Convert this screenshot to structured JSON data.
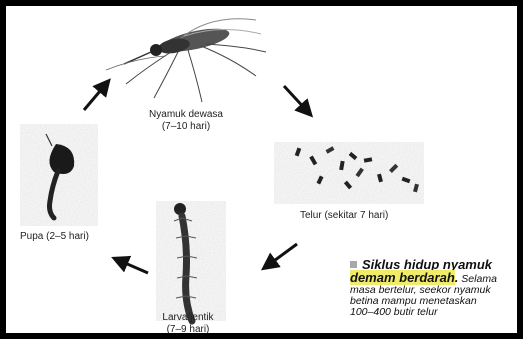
{
  "stages": {
    "adult": {
      "name": "Nyamuk dewasa",
      "duration": "(7–10 hari)"
    },
    "egg": {
      "label": "Telur (sekitar 7 hari)"
    },
    "larva": {
      "name": "Larva/jentik",
      "duration": "(7–9 hari)"
    },
    "pupa": {
      "label": "Pupa (2–5 hari)"
    }
  },
  "caption": {
    "title_part1": "Siklus hidup nyamuk",
    "title_highlight": "demam berdarah",
    "title_period": ".",
    "body_line1": " Selama",
    "body_line2": "masa bertelur, seekor nyamuk",
    "body_line3": "betina mampu menetaskan",
    "body_line4": "100–400 butir telur"
  },
  "colors": {
    "frame": "#000000",
    "highlight": "#f0ec6a",
    "arrow": "#111111"
  }
}
